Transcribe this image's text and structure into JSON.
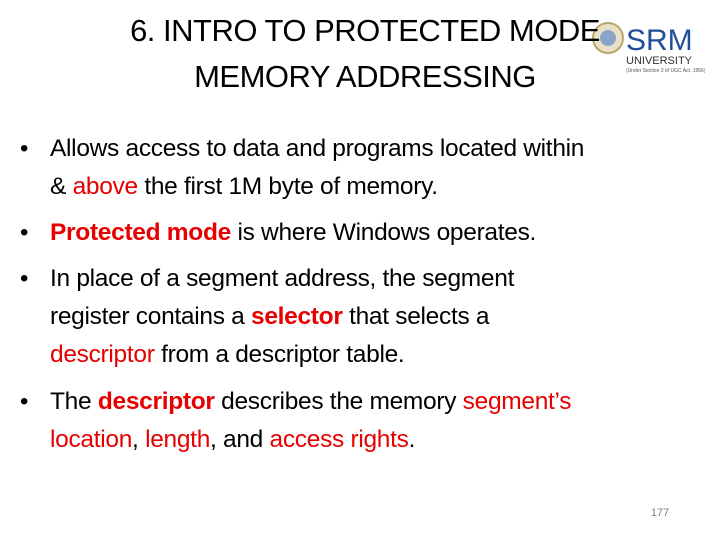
{
  "slide": {
    "title_line1": "6. INTRO TO PROTECTED MODE",
    "title_line2": "MEMORY ADDRESSING",
    "logo": {
      "text": "SRM",
      "subtext": "UNIVERSITY",
      "tagline": "(Under Section 3 of UGC Act, 1956)"
    },
    "accent_color": "#e60000",
    "bullets": [
      {
        "lines": [
          [
            {
              "t": "Allows access to data and programs located within"
            }
          ],
          [
            {
              "t": "& "
            },
            {
              "t": "above",
              "red": true
            },
            {
              "t": " the first 1M byte of memory."
            }
          ]
        ]
      },
      {
        "lines": [
          [
            {
              "t": "Protected mode",
              "red": true,
              "bold": true
            },
            {
              "t": " is where Windows operates."
            }
          ]
        ]
      },
      {
        "lines": [
          [
            {
              "t": "In place of a segment address, the segment"
            }
          ],
          [
            {
              "t": "register contains a "
            },
            {
              "t": "selector",
              "red": true,
              "bold": true
            },
            {
              "t": " that selects a"
            }
          ],
          [
            {
              "t": "descriptor",
              "red": true
            },
            {
              "t": " from a descriptor table."
            }
          ]
        ]
      },
      {
        "lines": [
          [
            {
              "t": "The "
            },
            {
              "t": "descriptor",
              "red": true,
              "bold": true
            },
            {
              "t": " describes the memory "
            },
            {
              "t": "segment’s",
              "red": true
            }
          ],
          [
            {
              "t": "location",
              "red": true
            },
            {
              "t": ", "
            },
            {
              "t": "length",
              "red": true
            },
            {
              "t": ", and "
            },
            {
              "t": "access rights",
              "red": true
            },
            {
              "t": "."
            }
          ]
        ]
      }
    ],
    "page_number": "177"
  }
}
